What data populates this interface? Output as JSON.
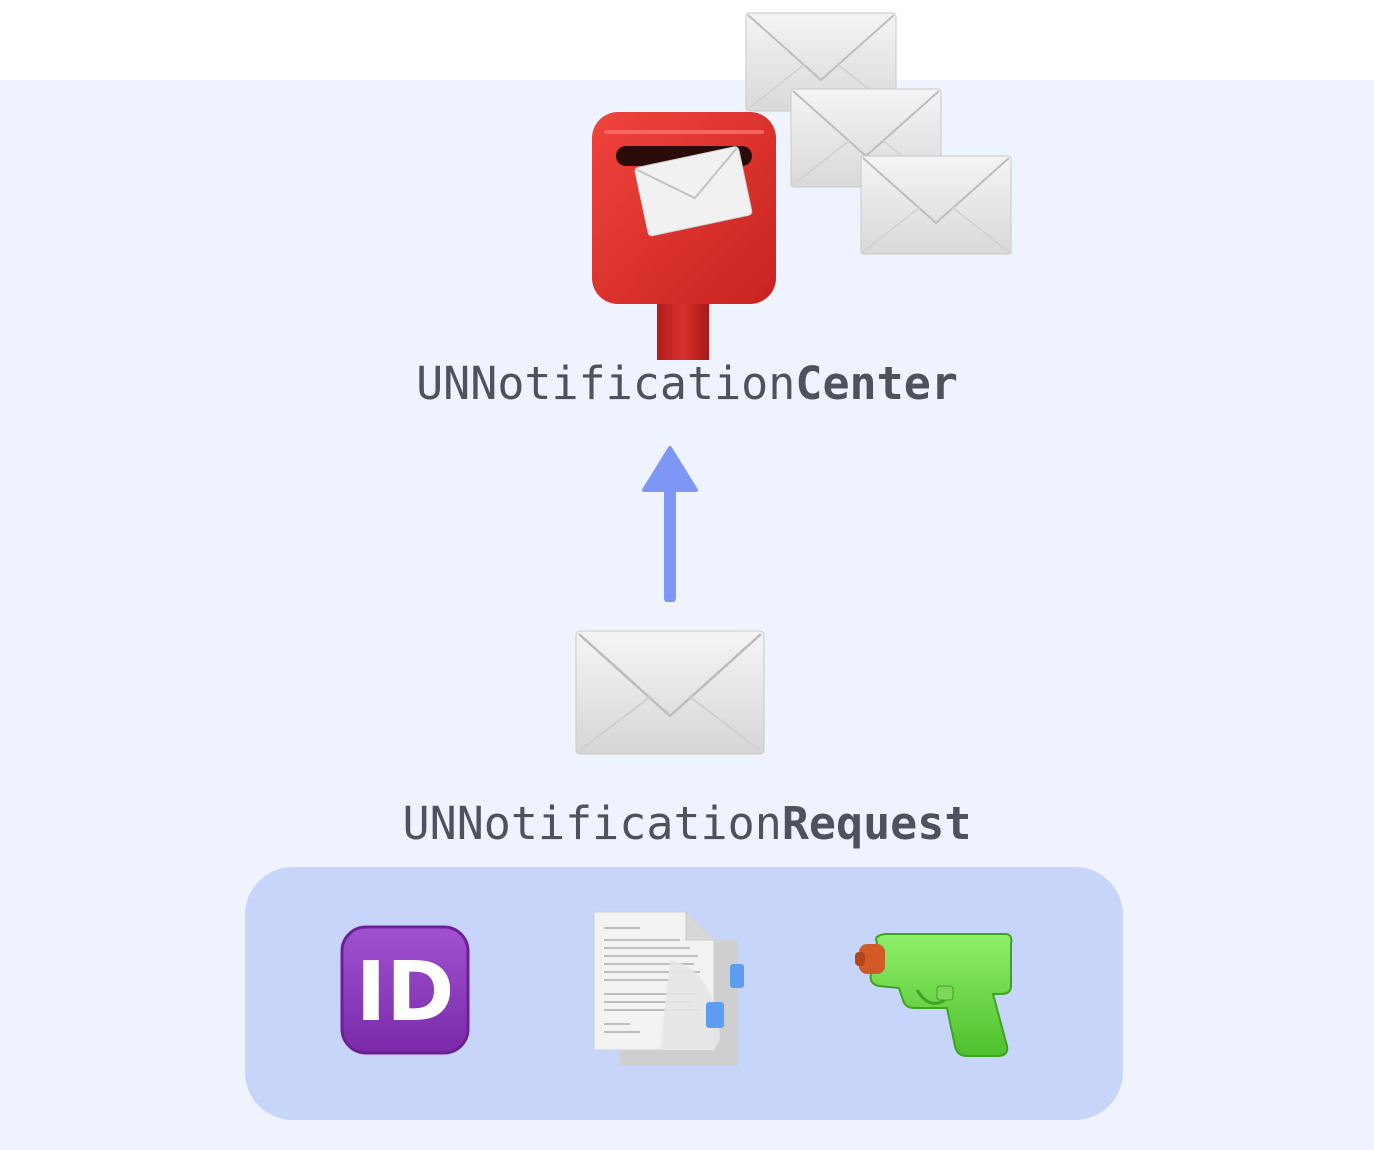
{
  "center_label": {
    "prefix": "UNNotification",
    "emphasis": "Center"
  },
  "request_label": {
    "prefix": "UNNotification",
    "emphasis": "Request"
  },
  "icons": {
    "mailbox": "postbox-icon",
    "stack": [
      "envelope-icon",
      "envelope-icon",
      "envelope-icon"
    ],
    "arrow": "up-arrow-icon",
    "request": "envelope-icon",
    "parameters": [
      "id-icon",
      "document-icon",
      "water-pistol-icon"
    ]
  },
  "id_badge_text": "ID",
  "colors": {
    "background": "#eff3fd",
    "parameter_box": "#c8d5fa",
    "label_text": "#4d525d",
    "arrow": "#7f97f4",
    "postbox_red": "#e2302d",
    "id_purple": "#8a3bb8",
    "pistol_green": "#6ed43f"
  }
}
